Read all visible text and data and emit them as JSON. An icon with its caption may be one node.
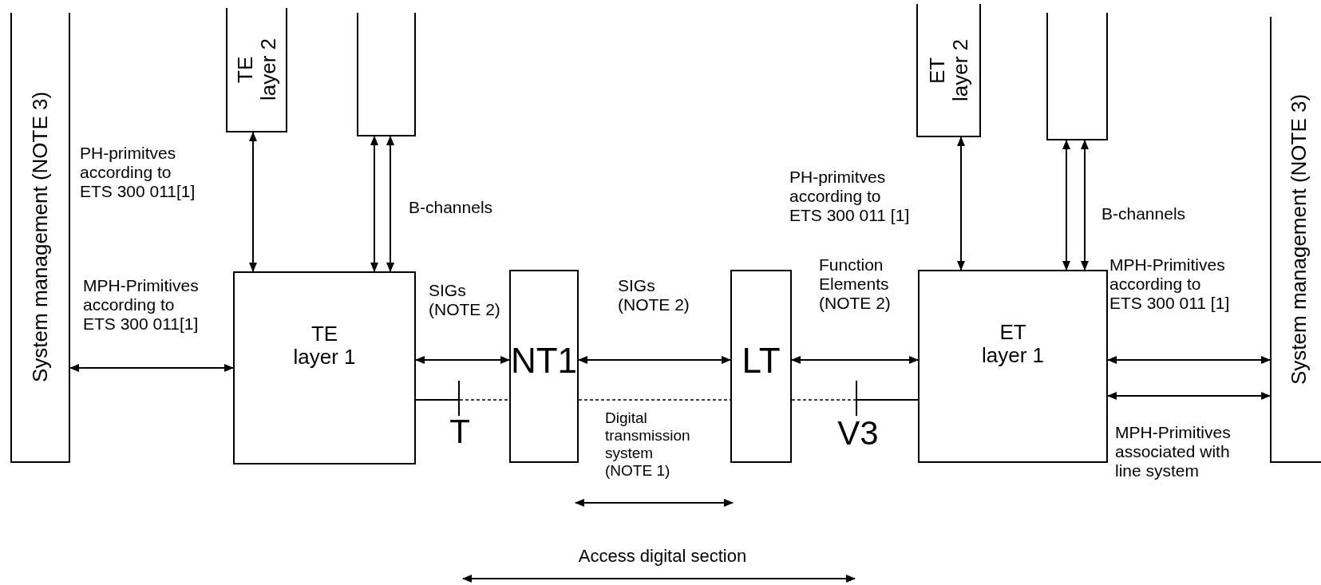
{
  "diagram": {
    "nodes": [
      {
        "text": [
          "System management (NOTE 3)"
        ]
      },
      {
        "text": [
          "TE layer 2"
        ]
      },
      {
        "text": [],
        "shape": "box"
      },
      {
        "text": [
          "TE layer 1"
        ]
      },
      {
        "text": [],
        "shape": "bar",
        "beside": [
          "T"
        ]
      },
      {
        "text": [
          "NT1"
        ]
      },
      {
        "text": [
          "LT"
        ]
      },
      {
        "text": [],
        "shape": "bar",
        "beside": [
          "V3"
        ]
      },
      {
        "text": [
          "ET layer 2"
        ]
      },
      {
        "text": [],
        "shape": "box"
      },
      {
        "text": [
          "ET layer 1"
        ]
      },
      {
        "text": [
          "System management (NOTE 3)"
        ]
      }
    ],
    "edges": [
      {
        "from": 1,
        "to": 3,
        "arrow": "both",
        "label": "PH-primitves according to ETS 300 011[1]"
      },
      {
        "from": 2,
        "to": 3,
        "arrow": "both"
      },
      {
        "from": 2,
        "to": 3,
        "arrow": "both",
        "label": "B-channels"
      },
      {
        "from": 0,
        "to": 3,
        "arrow": "both",
        "label": "MPH-Primitives according to ETS 300 011[1]"
      },
      {
        "from": 3,
        "to": 5,
        "arrow": "both",
        "label": "SIGs (NOTE 2)"
      },
      {
        "from": 3,
        "to": 4,
        "arrow": "none"
      },
      {
        "from": 4,
        "to": 5,
        "arrow": "none",
        "style": "dashed"
      },
      {
        "from": 5,
        "to": 6,
        "arrow": "both",
        "label": "SIGs (NOTE 2)"
      },
      {
        "from": 5,
        "to": 6,
        "arrow": "none",
        "style": "dashed"
      },
      {
        "from": 8,
        "to": 10,
        "arrow": "both",
        "label": "PH-primitves according to ETS 300 011 [1]"
      },
      {
        "from": 9,
        "to": 10,
        "arrow": "both"
      },
      {
        "from": 9,
        "to": 10,
        "arrow": "both",
        "label": "B-channels"
      },
      {
        "from": 6,
        "to": 10,
        "arrow": "both",
        "label": "Function Elements (NOTE 2)"
      },
      {
        "from": 6,
        "to": 7,
        "arrow": "none",
        "style": "dashed"
      },
      {
        "from": 7,
        "to": 10,
        "arrow": "none"
      },
      {
        "from": 10,
        "to": 11,
        "arrow": "both",
        "label": "MPH-Primitives according to ETS 300 011 [1]"
      },
      {
        "from": 10,
        "to": 11,
        "arrow": "both",
        "label": "MPH-Primitives associated with line system"
      }
    ],
    "labels": [
      "Digital transmission system (NOTE 1)",
      "Access digital section"
    ]
  }
}
